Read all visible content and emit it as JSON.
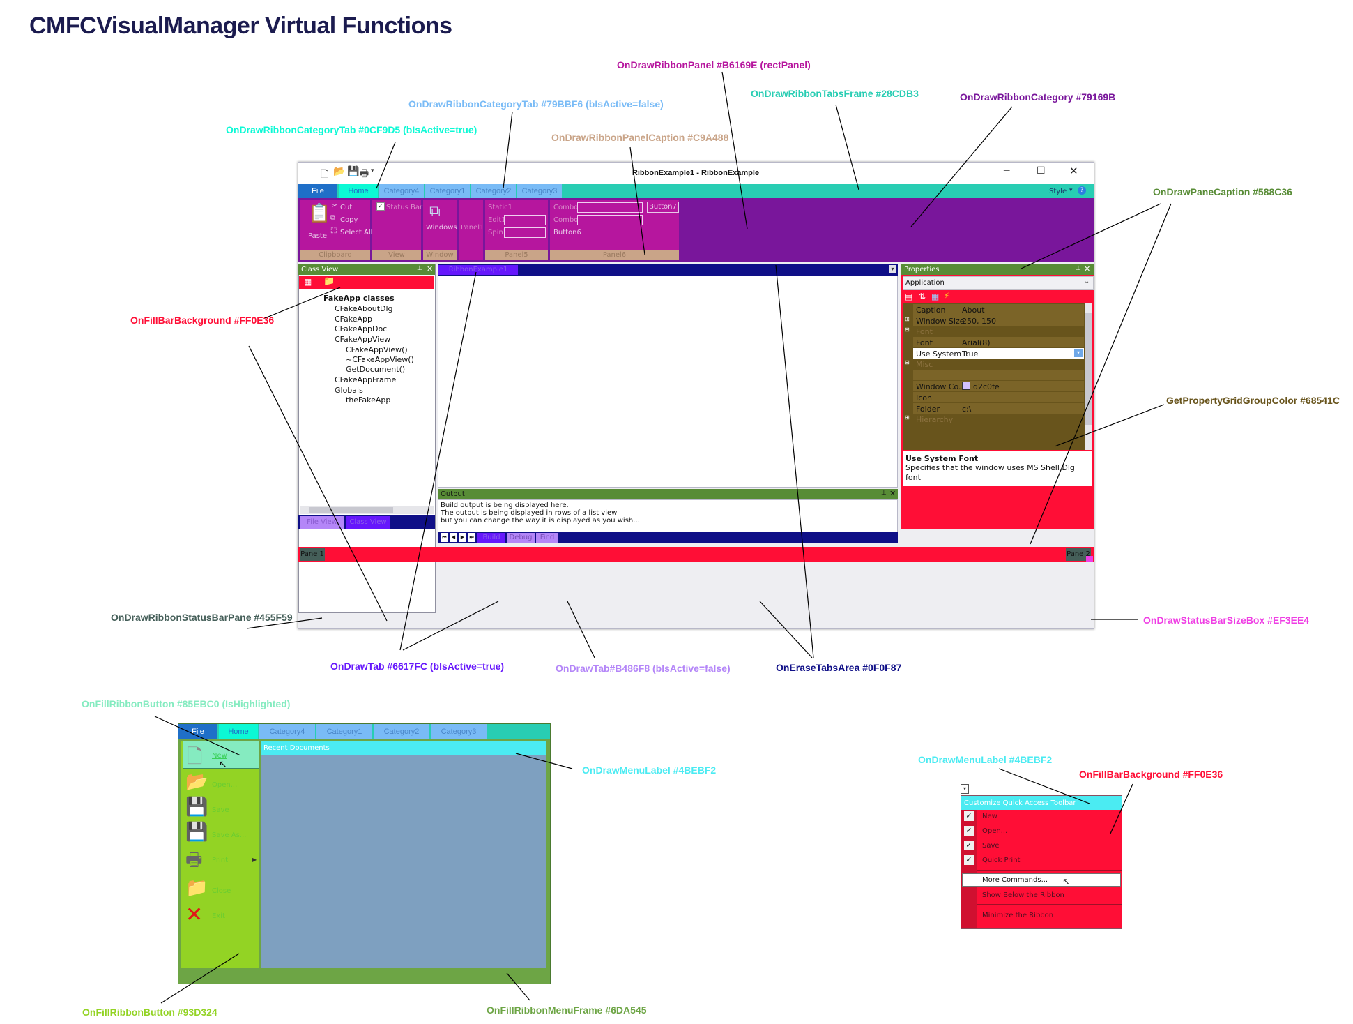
{
  "page_title": "CMFCVisualManager Virtual Functions",
  "annotations": [
    {
      "text": "OnDrawRibbonPanel #B6169E (rectPanel)",
      "color": "#B6169E"
    },
    {
      "text": "OnDrawRibbonTabsFrame #28CDB3",
      "color": "#28CDB3"
    },
    {
      "text": "OnDrawRibbonCategoryTab #79BBF6 (bIsActive=false)",
      "color": "#79BBF6"
    },
    {
      "text": "OnDrawRibbonCategory #79169B",
      "color": "#79169B"
    },
    {
      "text": "OnDrawRibbonCategoryTab #0CF9D5 (bIsActive=true)",
      "color": "#0CF9D5"
    },
    {
      "text": "OnDrawRibbonPanelCaption #C9A488",
      "color": "#C9A488"
    },
    {
      "text": "OnDrawPaneCaption #588C36",
      "color": "#588C36"
    },
    {
      "text": "OnFillBarBackground #FF0E36",
      "color": "#FF0E36"
    },
    {
      "text": "GetPropertyGridGroupColor #68541C",
      "color": "#68541C"
    },
    {
      "text": "OnDrawRibbonStatusBarPane #455F59",
      "color": "#455F59"
    },
    {
      "text": "OnDrawStatusBarSizeBox #EF3EE4",
      "color": "#EF3EE4"
    },
    {
      "text": "OnDrawTab #6617FC (bIsActive=true)",
      "color": "#6617FC"
    },
    {
      "text": "OnDrawTab#B486F8  (bIsActive=false)",
      "color": "#B486F8"
    },
    {
      "text": "OnEraseTabsArea #0F0F87",
      "color": "#0F0F87"
    },
    {
      "text": "OnFillRibbonButton #85EBC0 (IsHighlighted)",
      "color": "#85EBC0"
    },
    {
      "text": "OnDrawMenuLabel #4BEBF2",
      "color": "#4BEBF2"
    },
    {
      "text": "OnDrawMenuLabel #4BEBF2",
      "color": "#4BEBF2"
    },
    {
      "text": "OnFillBarBackground #FF0E36",
      "color": "#FF0E36"
    },
    {
      "text": "OnFillRibbonButton #93D324",
      "color": "#93D324"
    },
    {
      "text": "OnFillRibbonMenuFrame #6DA545",
      "color": "#6DA545"
    }
  ],
  "window": {
    "title": "RibbonExample1 - RibbonExample",
    "tabs": {
      "file": "File",
      "home": "Home",
      "cat4": "Category4",
      "cat1": "Category1",
      "cat2": "Category2",
      "cat3": "Category3"
    },
    "style_label": "Style",
    "ribbon": {
      "paste": "Paste",
      "cut": "Cut",
      "copy": "Copy",
      "select_all": "Select All",
      "status_bar": "Status Bar",
      "windows": "Windows",
      "panel1": "Panel1",
      "static1": "Static1",
      "edit1": "Edit1",
      "spin1": "Spin1",
      "combo1": "Combo1",
      "combo2": "Combo2",
      "button6": "Button6",
      "button7": "Button7",
      "cap_clipboard": "Clipboard",
      "cap_view": "View",
      "cap_window": "Window",
      "cap_panel5": "Panel5",
      "cap_panel6": "Panel6"
    },
    "class_view": {
      "caption": "Class View",
      "items": [
        "FakeApp classes",
        "CFakeAboutDlg",
        "CFakeApp",
        "CFakeAppDoc",
        "CFakeAppView",
        "CFakeAppView()",
        "~CFakeAppView()",
        "GetDocument()",
        "CFakeAppFrame",
        "Globals",
        "theFakeApp"
      ],
      "tab_file": "File View",
      "tab_class": "Class View"
    },
    "doc_tab": "RibbonExample1",
    "properties": {
      "caption": "Properties",
      "combo": "Application",
      "rows": [
        {
          "name": "Caption",
          "value": "About"
        },
        {
          "name": "Window Size",
          "value": "250, 150"
        },
        {
          "name": "Font",
          "value": ""
        },
        {
          "name": "Font",
          "value": "Arial(8)"
        },
        {
          "name": "Use System ...",
          "value": "True"
        },
        {
          "name": "Misc",
          "value": ""
        },
        {
          "name": "Window Co...",
          "value": "d2c0fe"
        },
        {
          "name": "Icon",
          "value": ""
        },
        {
          "name": "Folder",
          "value": "c:\\"
        },
        {
          "name": "Hierarchy",
          "value": ""
        }
      ],
      "desc_title": "Use System Font",
      "desc_text": "Specifies that the window uses MS Shell Dlg font"
    },
    "output": {
      "caption": "Output",
      "lines": [
        "Build output is being displayed here.",
        "The output is being displayed in rows of a list view",
        "but you can change the way it is displayed as you wish..."
      ],
      "tab_build": "Build",
      "tab_debug": "Debug",
      "tab_find": "Find"
    },
    "status": {
      "pane1": "Pane 1",
      "pane2": "Pane 2"
    }
  },
  "app_menu": {
    "tabs": {
      "file": "File",
      "home": "Home",
      "cat4": "Category4",
      "cat1": "Category1",
      "cat2": "Category2",
      "cat3": "Category3"
    },
    "recent": "Recent Documents",
    "items": [
      "New",
      "Open...",
      "Save",
      "Save As...",
      "Print",
      "Close",
      "Exit"
    ]
  },
  "qat_menu": {
    "label": "Customize Quick Access Toolbar",
    "items": [
      "New",
      "Open...",
      "Save",
      "Quick Print"
    ],
    "more": "More Commands...",
    "show_below": "Show Below the Ribbon",
    "minimize": "Minimize the Ribbon"
  },
  "colors": {
    "ribbon_category": "#79169B",
    "ribbon_panel": "#B6169E",
    "tabs_frame": "#28CDB3",
    "active_tab": "#0CF9D5",
    "inactive_tab": "#79BBF6",
    "panel_caption": "#C9A488",
    "pane_caption": "#588C36",
    "bar_background": "#FF0E36",
    "grid_group": "#68541C",
    "status_pane": "#455F59",
    "size_box": "#EF3EE4",
    "tab_active": "#6617FC",
    "tab_inactive": "#B486F8",
    "tabs_area": "#0F0F87",
    "button_highlight": "#85EBC0",
    "menu_label": "#4BEBF2",
    "ribbon_button": "#93D324",
    "menu_frame": "#6DA545"
  }
}
